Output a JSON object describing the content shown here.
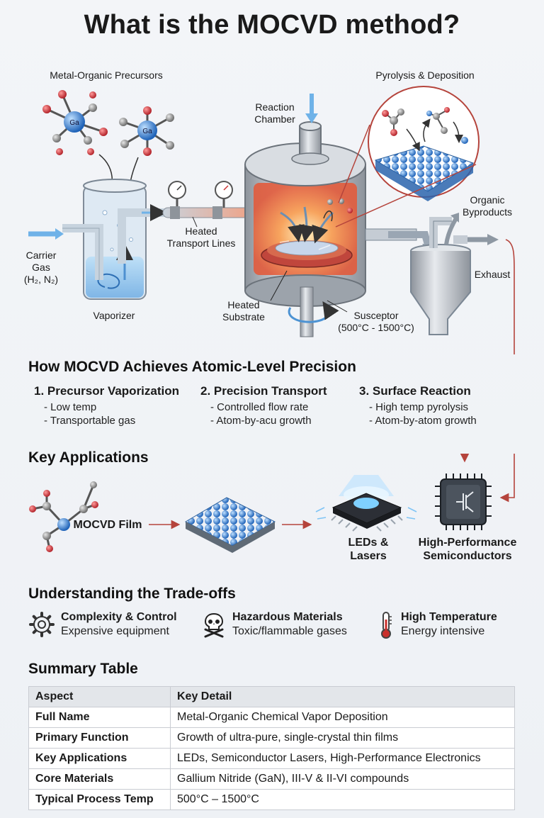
{
  "title": "What is the MOCVD method?",
  "diagram": {
    "precursors": "Metal-Organic Precursors",
    "pyrolysis": "Pyrolysis & Deposition",
    "reaction_chamber": "Reaction\nChamber",
    "organic_byproducts": "Organic\nByproducts",
    "heated_lines": "Heated\nTransport Lines",
    "carrier_gas": "Carrier\nGas\n(H₂, N₂)",
    "exhaust": "Exhaust",
    "vaporizer": "Vaporizer",
    "heated_substrate": "Heated\nSubstrate",
    "susceptor": "Susceptor\n(500°C - 1500°C)",
    "ga_symbol": "Ga"
  },
  "precision": {
    "heading": "How MOCVD Achieves Atomic-Level Precision",
    "steps": [
      {
        "title": "1. Precursor Vaporization",
        "lines": [
          "- Low temp",
          "- Transportable gas"
        ]
      },
      {
        "title": "2. Precision Transport",
        "lines": [
          "- Controlled flow rate",
          "- Atom-by-acu growth"
        ]
      },
      {
        "title": "3. Surface Reaction",
        "lines": [
          "- High temp pyrolysis",
          "- Atom-by-atom growth"
        ]
      }
    ]
  },
  "applications": {
    "heading": "Key Applications",
    "film_label": "MOCVD Film",
    "leds_label": "LEDs &\nLasers",
    "semis_label": "High-Performance\nSemiconductors"
  },
  "tradeoffs": {
    "heading": "Understanding the Trade-offs",
    "items": [
      {
        "title": "Complexity & Control",
        "desc": "Expensive equipment",
        "icon": "gear-icon"
      },
      {
        "title": "Hazardous Materials",
        "desc": "Toxic/flammable gases",
        "icon": "skull-icon"
      },
      {
        "title": "High Temperature",
        "desc": "Energy intensive",
        "icon": "thermometer-icon"
      }
    ]
  },
  "summary": {
    "heading": "Summary Table",
    "headers": [
      "Aspect",
      "Key Detail"
    ],
    "rows": [
      [
        "Full Name",
        "Metal-Organic Chemical Vapor Deposition"
      ],
      [
        "Primary Function",
        "Growth of ultra-pure, single-crystal thin films"
      ],
      [
        "Key Applications",
        "LEDs, Semiconductor Lasers, High-Performance Electronics"
      ],
      [
        "Core Materials",
        "Gallium Nitride (GaN), III-V & II-VI compounds"
      ],
      [
        "Typical Process Temp",
        "500°C – 1500°C"
      ]
    ]
  },
  "colors": {
    "accent_red": "#b5443c",
    "blue": "#3f82c9",
    "steel": "#8a9099"
  }
}
